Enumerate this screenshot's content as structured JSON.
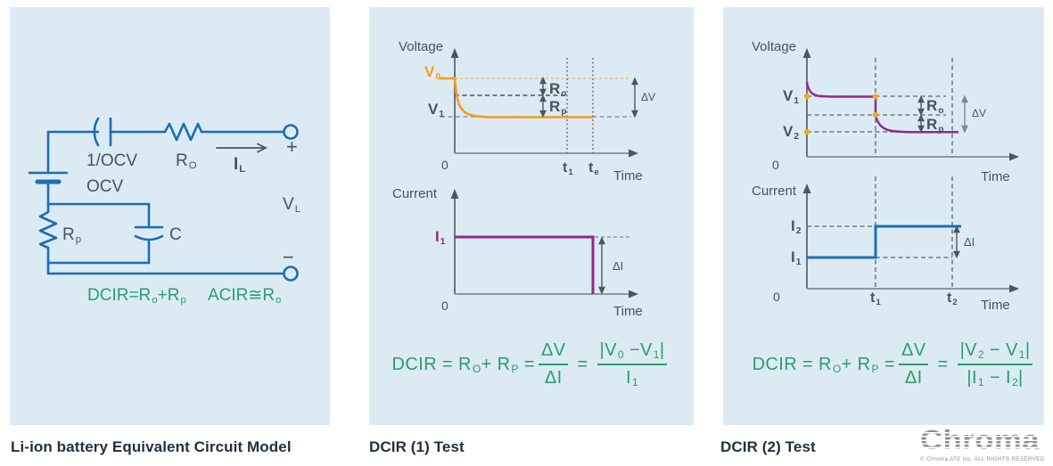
{
  "colors": {
    "panel_bg": "#dcebf3",
    "circuit_blue": "#1b6db6",
    "label_slate": "#47535e",
    "axis_gray": "#7d878f",
    "orange": "#f49b1f",
    "orange_light": "#f4c48e",
    "purple": "#8f2a8c",
    "line_blue": "#1a6fb5",
    "green": "#2a9c6e",
    "caption": "#22313f",
    "logo_gray": "#8a9094"
  },
  "captions": {
    "panel1": "Li-ion battery Equivalent Circuit Model",
    "panel2": "DCIR (1) Test",
    "panel3": "DCIR (2) Test"
  },
  "panel1": {
    "cap_label": "1/OCV",
    "r0": [
      {
        "t": "R"
      },
      {
        "s": "O"
      }
    ],
    "il": [
      {
        "t": "I"
      },
      {
        "s": "L"
      }
    ],
    "ocv": "OCV",
    "rp": [
      {
        "t": "R"
      },
      {
        "s": "p"
      }
    ],
    "c": "C",
    "vl": [
      {
        "t": "V"
      },
      {
        "s": "L"
      }
    ],
    "plus": "+",
    "minus": "−",
    "eq_dcir": [
      {
        "t": "DCIR=R"
      },
      {
        "s": "o"
      },
      {
        "t": "+R"
      },
      {
        "s": "p"
      }
    ],
    "eq_acir": [
      {
        "t": "ACIR≅R"
      },
      {
        "s": "o"
      }
    ]
  },
  "panel2": {
    "voltage_plot": {
      "ylabel": "Voltage",
      "xlabel": "Time",
      "zero": "0",
      "v0": [
        {
          "t": "V"
        },
        {
          "s": "0"
        }
      ],
      "v1": [
        {
          "t": "V"
        },
        {
          "s": "1"
        }
      ],
      "ro": [
        {
          "t": "R"
        },
        {
          "s": "o"
        }
      ],
      "rp": [
        {
          "t": "R"
        },
        {
          "s": "p"
        }
      ],
      "dv": "ΔV",
      "t1": [
        {
          "t": "t"
        },
        {
          "s": "1"
        }
      ],
      "te": [
        {
          "t": "t"
        },
        {
          "s": "e"
        }
      ]
    },
    "current_plot": {
      "ylabel": "Current",
      "xlabel": "Time",
      "zero": "0",
      "i1": [
        {
          "t": "I"
        },
        {
          "s": "1"
        }
      ],
      "di": "ΔI"
    },
    "equation": {
      "lhs": [
        {
          "t": "DCIR = R"
        },
        {
          "s": "O"
        },
        {
          "t": "+ R"
        },
        {
          "s": "P"
        },
        {
          "t": " ="
        }
      ],
      "num1": [
        {
          "t": "ΔV"
        }
      ],
      "den1": [
        {
          "t": "ΔI"
        }
      ],
      "eq": "=",
      "num2": [
        {
          "t": "|V"
        },
        {
          "s": "0"
        },
        {
          "t": " −V"
        },
        {
          "s": "1"
        },
        {
          "t": "|"
        }
      ],
      "den2": [
        {
          "t": "I"
        },
        {
          "s": "1"
        }
      ]
    }
  },
  "panel3": {
    "voltage_plot": {
      "ylabel": "Voltage",
      "xlabel": "Time",
      "zero": "0",
      "v1": [
        {
          "t": "V"
        },
        {
          "s": "1"
        }
      ],
      "v2": [
        {
          "t": "V"
        },
        {
          "s": "2"
        }
      ],
      "ro": [
        {
          "t": "R"
        },
        {
          "s": "o"
        }
      ],
      "rp": [
        {
          "t": "R"
        },
        {
          "s": "p"
        }
      ],
      "dv": "ΔV"
    },
    "current_plot": {
      "ylabel": "Current",
      "xlabel": "Time",
      "zero": "0",
      "i1": [
        {
          "t": "I"
        },
        {
          "s": "1"
        }
      ],
      "i2": [
        {
          "t": "I"
        },
        {
          "s": "2"
        }
      ],
      "di": "ΔI",
      "t1": [
        {
          "t": "t"
        },
        {
          "s": "1"
        }
      ],
      "t2": [
        {
          "t": "t"
        },
        {
          "s": "2"
        }
      ]
    },
    "equation": {
      "lhs": [
        {
          "t": "DCIR = R"
        },
        {
          "s": "O"
        },
        {
          "t": "+ R"
        },
        {
          "s": "P"
        },
        {
          "t": " ="
        }
      ],
      "num1": [
        {
          "t": "ΔV"
        }
      ],
      "den1": [
        {
          "t": "ΔI"
        }
      ],
      "eq": "=",
      "num2": [
        {
          "t": "|V"
        },
        {
          "s": "2"
        },
        {
          "t": " − V"
        },
        {
          "s": "1"
        },
        {
          "t": "|"
        }
      ],
      "den2": [
        {
          "t": "|I"
        },
        {
          "s": "1"
        },
        {
          "t": " − I"
        },
        {
          "s": "2"
        },
        {
          "t": "|"
        }
      ]
    }
  },
  "footer": {
    "logo": "Chroma",
    "copyright": "© Chroma ATE Inc. ALL RIGHTS RESERVED"
  }
}
